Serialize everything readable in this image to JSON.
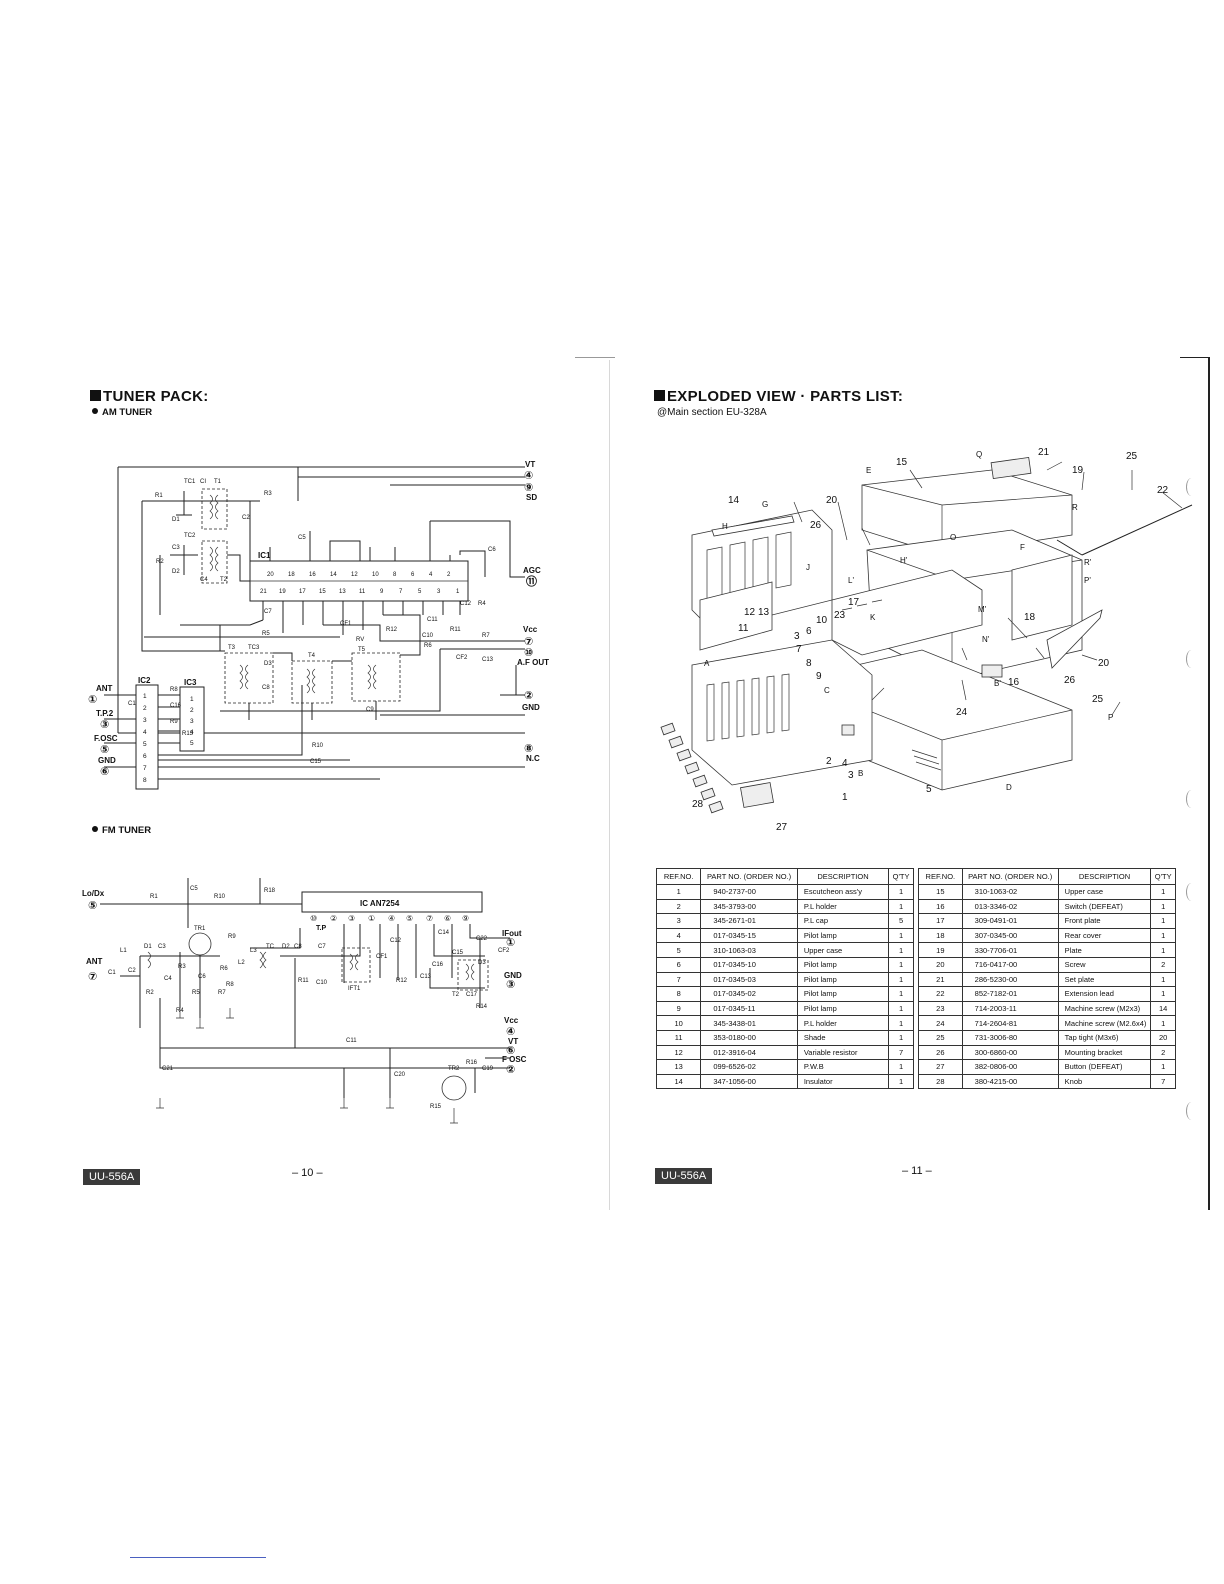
{
  "left_page": {
    "section_title": "TUNER PACK:",
    "am_tuner_title": "AM TUNER",
    "fm_tuner_title": "FM TUNER",
    "footer_model": "UU-556A",
    "page_number": "– 10 –",
    "am_labels": {
      "vt": "VT",
      "vt_pin": "④",
      "sd_pin": "⑨",
      "sd": "SD",
      "agc": "AGC",
      "agc_pin": "⑪",
      "vcc": "Vcc",
      "vcc_pin": "⑦",
      "afout_pin": "⑩",
      "afout": "A.F OUT",
      "gnd_pin": "②",
      "gnd": "GND",
      "nc_pin": "⑧",
      "nc": "N.C",
      "ant": "ANT",
      "ant_pin": "①",
      "tp2": "T.P.2",
      "tp2_pin": "③",
      "fosc": "F.OSC",
      "fosc_pin": "⑤",
      "gnd2": "GND",
      "gnd2_pin": "⑥",
      "ic1": "IC1",
      "ic2": "IC2",
      "ic3": "IC3",
      "ic1_top_pins": [
        "20",
        "18",
        "16",
        "14",
        "12",
        "10",
        "8",
        "6",
        "4",
        "2"
      ],
      "ic1_bottom_pins": [
        "21",
        "19",
        "17",
        "15",
        "13",
        "11",
        "9",
        "7",
        "5",
        "3",
        "1"
      ],
      "ic2_pins": [
        "1",
        "2",
        "3",
        "4",
        "5",
        "6",
        "7",
        "8"
      ],
      "ic3_pins": [
        "1",
        "2",
        "3",
        "4",
        "5"
      ],
      "components": [
        "TC1",
        "CI",
        "T1",
        "R1",
        "D1",
        "R3",
        "C2",
        "TC2",
        "C3",
        "R2",
        "D2",
        "C4",
        "T2",
        "C5",
        "C6",
        "R4",
        "C7",
        "R5",
        "C11",
        "C12",
        "R11",
        "T3",
        "TC3",
        "D3",
        "C8",
        "T4",
        "CF1",
        "T5",
        "C10",
        "R7",
        "R6",
        "CF2",
        "C13",
        "R12",
        "RV",
        "C9",
        "R8",
        "C16",
        "R9",
        "R10",
        "C15",
        "R13",
        "C1"
      ]
    },
    "fm_labels": {
      "lodx": "Lo/Dx",
      "lodx_pin": "⑤",
      "ant": "ANT",
      "ant_pin": "⑦",
      "ifout": "IFout",
      "ifout_pin": "①",
      "gnd": "GND",
      "gnd_pin": "③",
      "vcc": "Vcc",
      "vcc_pin": "④",
      "vt": "VT",
      "vt_pin": "⑥",
      "fosc": "F OSC",
      "fosc_pin": "②",
      "ic": "IC AN7254",
      "tp": "T.P",
      "ic_pins": [
        "⑩",
        "②",
        "③",
        "①",
        "④",
        "⑤",
        "⑦",
        "⑥",
        "⑨"
      ],
      "components": [
        "C5",
        "R18",
        "R1",
        "R10",
        "TR1",
        "R9",
        "L1",
        "D1",
        "C3",
        "C1",
        "C2",
        "R3",
        "R2",
        "C4",
        "R5",
        "R4",
        "C6",
        "R6",
        "R8",
        "R7",
        "L2",
        "L3",
        "TC",
        "D2",
        "C8",
        "R11",
        "C10",
        "CF1",
        "IFT1",
        "C12",
        "R12",
        "C13",
        "C14",
        "C15",
        "C16",
        "T2",
        "C17",
        "D3",
        "C22",
        "CF2",
        "R14",
        "C11",
        "C21",
        "C20",
        "TR2",
        "R16",
        "C19",
        "R15",
        "C7"
      ]
    }
  },
  "right_page": {
    "section_title": "EXPLODED VIEW · PARTS LIST:",
    "main_section": "@Main section   EU-328A",
    "footer_model": "UU-556A",
    "page_number": "– 11 –",
    "callouts": [
      "21",
      "15",
      "25",
      "19",
      "22",
      "E",
      "14",
      "G",
      "20",
      "H",
      "26",
      "J",
      "L'",
      "H'",
      "17",
      "K",
      "12",
      "13",
      "11",
      "3",
      "6",
      "10",
      "23",
      "M'",
      "N'",
      "18",
      "R'",
      "P'",
      "7",
      "8",
      "9",
      "C",
      "A",
      "B'",
      "16",
      "26",
      "20",
      "24",
      "25",
      "P",
      "2",
      "B",
      "4",
      "3",
      "1",
      "5",
      "D",
      "28",
      "27",
      "Q",
      "R",
      "F",
      "O"
    ],
    "table_headers": [
      "REF.NO.",
      "PART NO. (ORDER NO.)",
      "DESCRIPTION",
      "Q'TY"
    ],
    "parts_left": [
      {
        "ref": "1",
        "part_no": "940-2737-00",
        "desc": "Escutcheon ass'y",
        "qty": "1"
      },
      {
        "ref": "2",
        "part_no": "345-3793-00",
        "desc": "P.L holder",
        "qty": "1"
      },
      {
        "ref": "3",
        "part_no": "345-2671-01",
        "desc": "P.L cap",
        "qty": "5"
      },
      {
        "ref": "4",
        "part_no": "017-0345-15",
        "desc": "Pilot lamp",
        "qty": "1"
      },
      {
        "ref": "5",
        "part_no": "310-1063-03",
        "desc": "Upper case",
        "qty": "1"
      },
      {
        "ref": "6",
        "part_no": "017-0345-10",
        "desc": "Pilot lamp",
        "qty": "1"
      },
      {
        "ref": "7",
        "part_no": "017-0345-03",
        "desc": "Pilot lamp",
        "qty": "1"
      },
      {
        "ref": "8",
        "part_no": "017-0345-02",
        "desc": "Pilot lamp",
        "qty": "1"
      },
      {
        "ref": "9",
        "part_no": "017-0345-11",
        "desc": "Pilot lamp",
        "qty": "1"
      },
      {
        "ref": "10",
        "part_no": "345-3438-01",
        "desc": "P.L holder",
        "qty": "1"
      },
      {
        "ref": "11",
        "part_no": "353-0180-00",
        "desc": "Shade",
        "qty": "1"
      },
      {
        "ref": "12",
        "part_no": "012-3916-04",
        "desc": "Variable resistor",
        "qty": "7"
      },
      {
        "ref": "13",
        "part_no": "099-6526-02",
        "desc": "P.W.B",
        "qty": "1"
      },
      {
        "ref": "14",
        "part_no": "347-1056-00",
        "desc": "Insulator",
        "qty": "1"
      }
    ],
    "parts_right": [
      {
        "ref": "15",
        "part_no": "310-1063-02",
        "desc": "Upper case",
        "qty": "1"
      },
      {
        "ref": "16",
        "part_no": "013-3346-02",
        "desc": "Switch (DEFEAT)",
        "qty": "1"
      },
      {
        "ref": "17",
        "part_no": "309-0491-01",
        "desc": "Front plate",
        "qty": "1"
      },
      {
        "ref": "18",
        "part_no": "307-0345-00",
        "desc": "Rear cover",
        "qty": "1"
      },
      {
        "ref": "19",
        "part_no": "330-7706-01",
        "desc": "Plate",
        "qty": "1"
      },
      {
        "ref": "20",
        "part_no": "716-0417-00",
        "desc": "Screw",
        "qty": "2"
      },
      {
        "ref": "21",
        "part_no": "286-5230-00",
        "desc": "Set plate",
        "qty": "1"
      },
      {
        "ref": "22",
        "part_no": "852-7182-01",
        "desc": "Extension lead",
        "qty": "1"
      },
      {
        "ref": "23",
        "part_no": "714-2003-11",
        "desc": "Machine screw (M2x3)",
        "qty": "14"
      },
      {
        "ref": "24",
        "part_no": "714-2604-81",
        "desc": "Machine screw (M2.6x4)",
        "qty": "1"
      },
      {
        "ref": "25",
        "part_no": "731-3006-80",
        "desc": "Tap tight (M3x6)",
        "qty": "20"
      },
      {
        "ref": "26",
        "part_no": "300-6860-00",
        "desc": "Mounting bracket",
        "qty": "2"
      },
      {
        "ref": "27",
        "part_no": "382-0806-00",
        "desc": "Button (DEFEAT)",
        "qty": "1"
      },
      {
        "ref": "28",
        "part_no": "380-4215-00",
        "desc": "Knob",
        "qty": "7"
      }
    ]
  }
}
